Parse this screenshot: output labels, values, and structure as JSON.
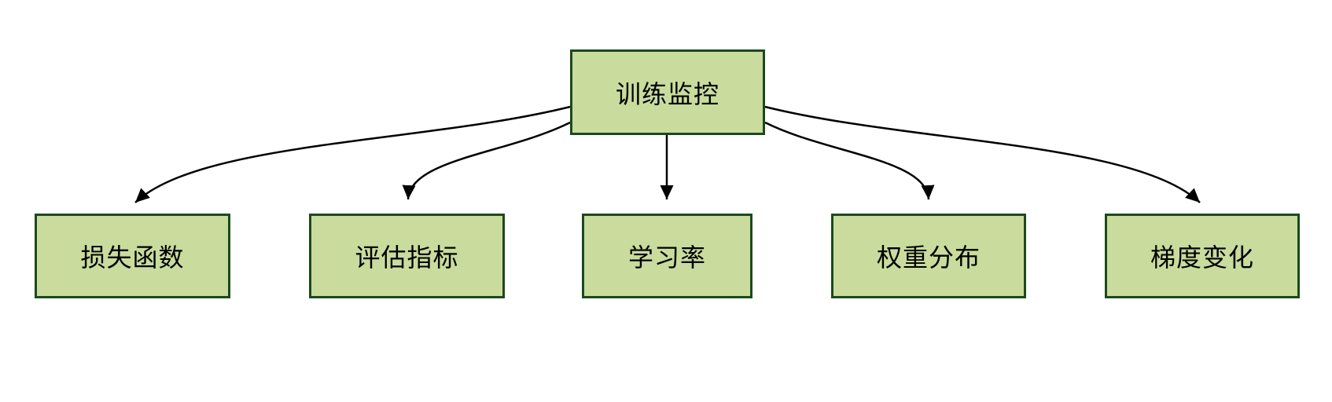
{
  "diagram": {
    "root": {
      "label": "训练监控"
    },
    "children": [
      {
        "label": "损失函数"
      },
      {
        "label": "评估指标"
      },
      {
        "label": "学习率"
      },
      {
        "label": "权重分布"
      },
      {
        "label": "梯度变化"
      }
    ],
    "edges": [
      {
        "from": "训练监控",
        "to": "损失函数"
      },
      {
        "from": "训练监控",
        "to": "评估指标"
      },
      {
        "from": "训练监控",
        "to": "学习率"
      },
      {
        "from": "训练监控",
        "to": "权重分布"
      },
      {
        "from": "训练监控",
        "to": "梯度变化"
      }
    ],
    "colors": {
      "node_fill": "#c9dc9d",
      "node_border": "#1b4a1d",
      "edge": "#000000",
      "text": "#000000",
      "background": "#ffffff"
    }
  }
}
